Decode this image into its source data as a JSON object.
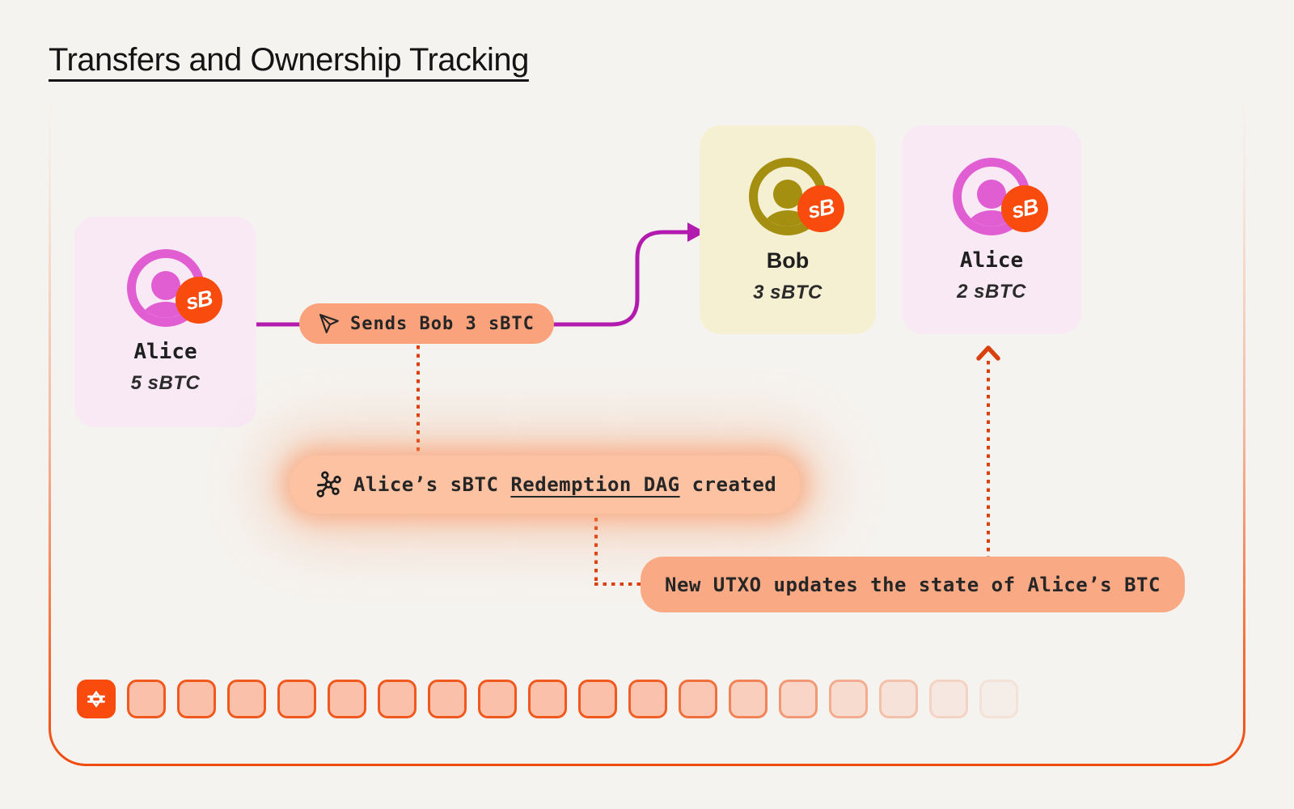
{
  "title": "Transfers and Ownership Tracking",
  "diagram": {
    "alice_before": {
      "name": "Alice",
      "balance": "5 sBTC"
    },
    "bob": {
      "name": "Bob",
      "balance": "3 sBTC"
    },
    "alice_after": {
      "name": "Alice",
      "balance": "2 sBTC"
    },
    "transfer_label": "Sends Bob 3 sBTC",
    "dag_note": {
      "prefix": "Alice’s sBTC ",
      "link": "Redemption DAG",
      "suffix": " created"
    },
    "utxo_note": "New UTXO updates the state of Alice’s BTC",
    "badge_text": "sB"
  },
  "blocks": {
    "lead_icon": "stacks-icon",
    "count": 19,
    "trailing_fade": [
      1,
      1,
      1,
      1,
      1,
      1,
      1,
      1,
      1,
      1,
      0.95,
      0.85,
      0.72,
      0.58,
      0.45,
      0.32,
      0.2,
      0.1
    ]
  },
  "colors": {
    "background": "#f5f3ef",
    "accent_orange": "#f84b0d",
    "pill_salmon": "#f9a27c",
    "pill_glow": "#fcc2a2",
    "pill_utxo": "#f9aa84",
    "dotted_line": "#d8400e",
    "arrow_magenta": "#b21bad",
    "alice_card_bg": "#f8e9f5",
    "alice_avatar": "#e15ed2",
    "bob_card_bg": "#f6f0d3",
    "bob_avatar": "#a58f10",
    "block_border": "#f1581d",
    "block_fill": "#fbc0aa",
    "text_dark": "#1f1f1f"
  }
}
